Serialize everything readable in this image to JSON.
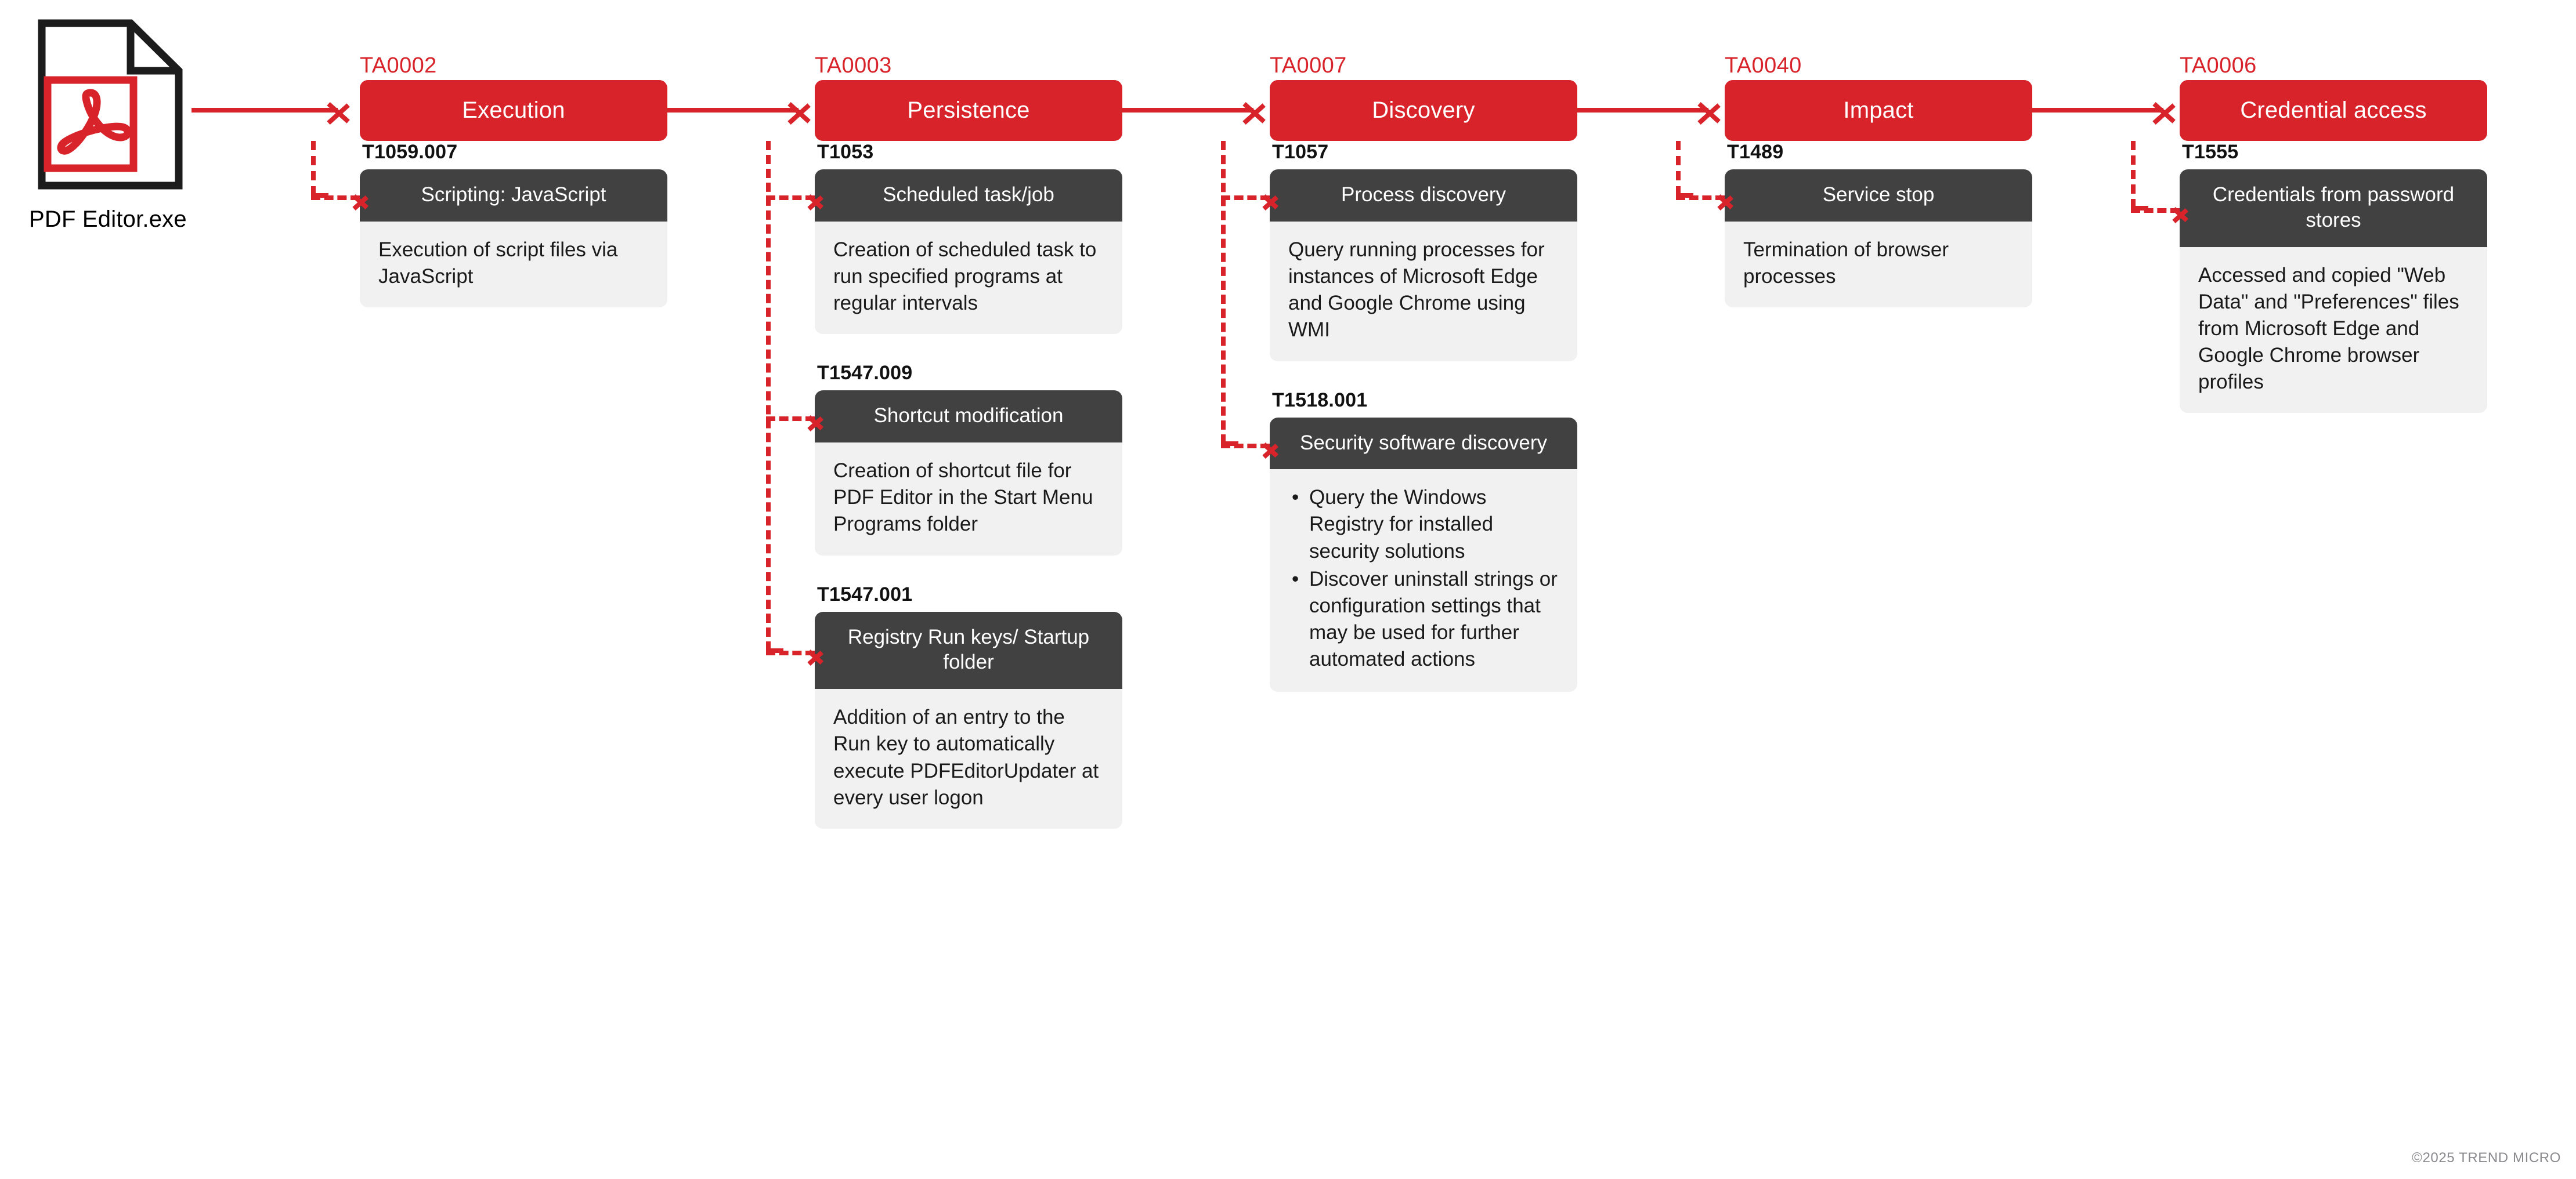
{
  "source": {
    "label": "PDF Editor.exe",
    "icon": "pdf-file-icon"
  },
  "colors": {
    "accent_red": "#D8232A",
    "card_header_dark": "#414141",
    "card_body_gray": "#F1F1F1",
    "copyright_gray": "#8A8A8E"
  },
  "copyright": "©2025 TREND MICRO",
  "stages": [
    {
      "tactic_id": "TA0002",
      "tactic_name": "Execution",
      "techniques": [
        {
          "id": "T1059.007",
          "name": "Scripting: JavaScript",
          "description": "Execution of script files via JavaScript",
          "bullets": []
        }
      ]
    },
    {
      "tactic_id": "TA0003",
      "tactic_name": "Persistence",
      "techniques": [
        {
          "id": "T1053",
          "name": "Scheduled task/job",
          "description": "Creation of scheduled task to run specified programs at regular intervals",
          "bullets": []
        },
        {
          "id": "T1547.009",
          "name": "Shortcut modification",
          "description": "Creation of shortcut file for PDF Editor in the Start Menu Programs folder",
          "bullets": []
        },
        {
          "id": "T1547.001",
          "name": "Registry Run keys/ Startup folder",
          "description": "Addition of an entry to the Run key to automatically execute PDFEditorUpdater at every user logon",
          "bullets": []
        }
      ]
    },
    {
      "tactic_id": "TA0007",
      "tactic_name": "Discovery",
      "techniques": [
        {
          "id": "T1057",
          "name": "Process discovery",
          "description": "Query running processes for instances of Microsoft Edge and Google Chrome using WMI",
          "bullets": []
        },
        {
          "id": "T1518.001",
          "name": "Security software discovery",
          "description": "",
          "bullets": [
            "Query the Windows Registry for installed security solutions",
            "Discover uninstall strings or configuration settings that may be used for further automated actions"
          ]
        }
      ]
    },
    {
      "tactic_id": "TA0040",
      "tactic_name": "Impact",
      "techniques": [
        {
          "id": "T1489",
          "name": "Service stop",
          "description": "Termination of browser processes",
          "bullets": []
        }
      ]
    },
    {
      "tactic_id": "TA0006",
      "tactic_name": "Credential access",
      "techniques": [
        {
          "id": "T1555",
          "name": "Credentials from password stores",
          "description": "Accessed and copied \"Web Data\" and \"Preferences\" files from Microsoft Edge and Google Chrome browser profiles",
          "bullets": []
        }
      ]
    }
  ]
}
